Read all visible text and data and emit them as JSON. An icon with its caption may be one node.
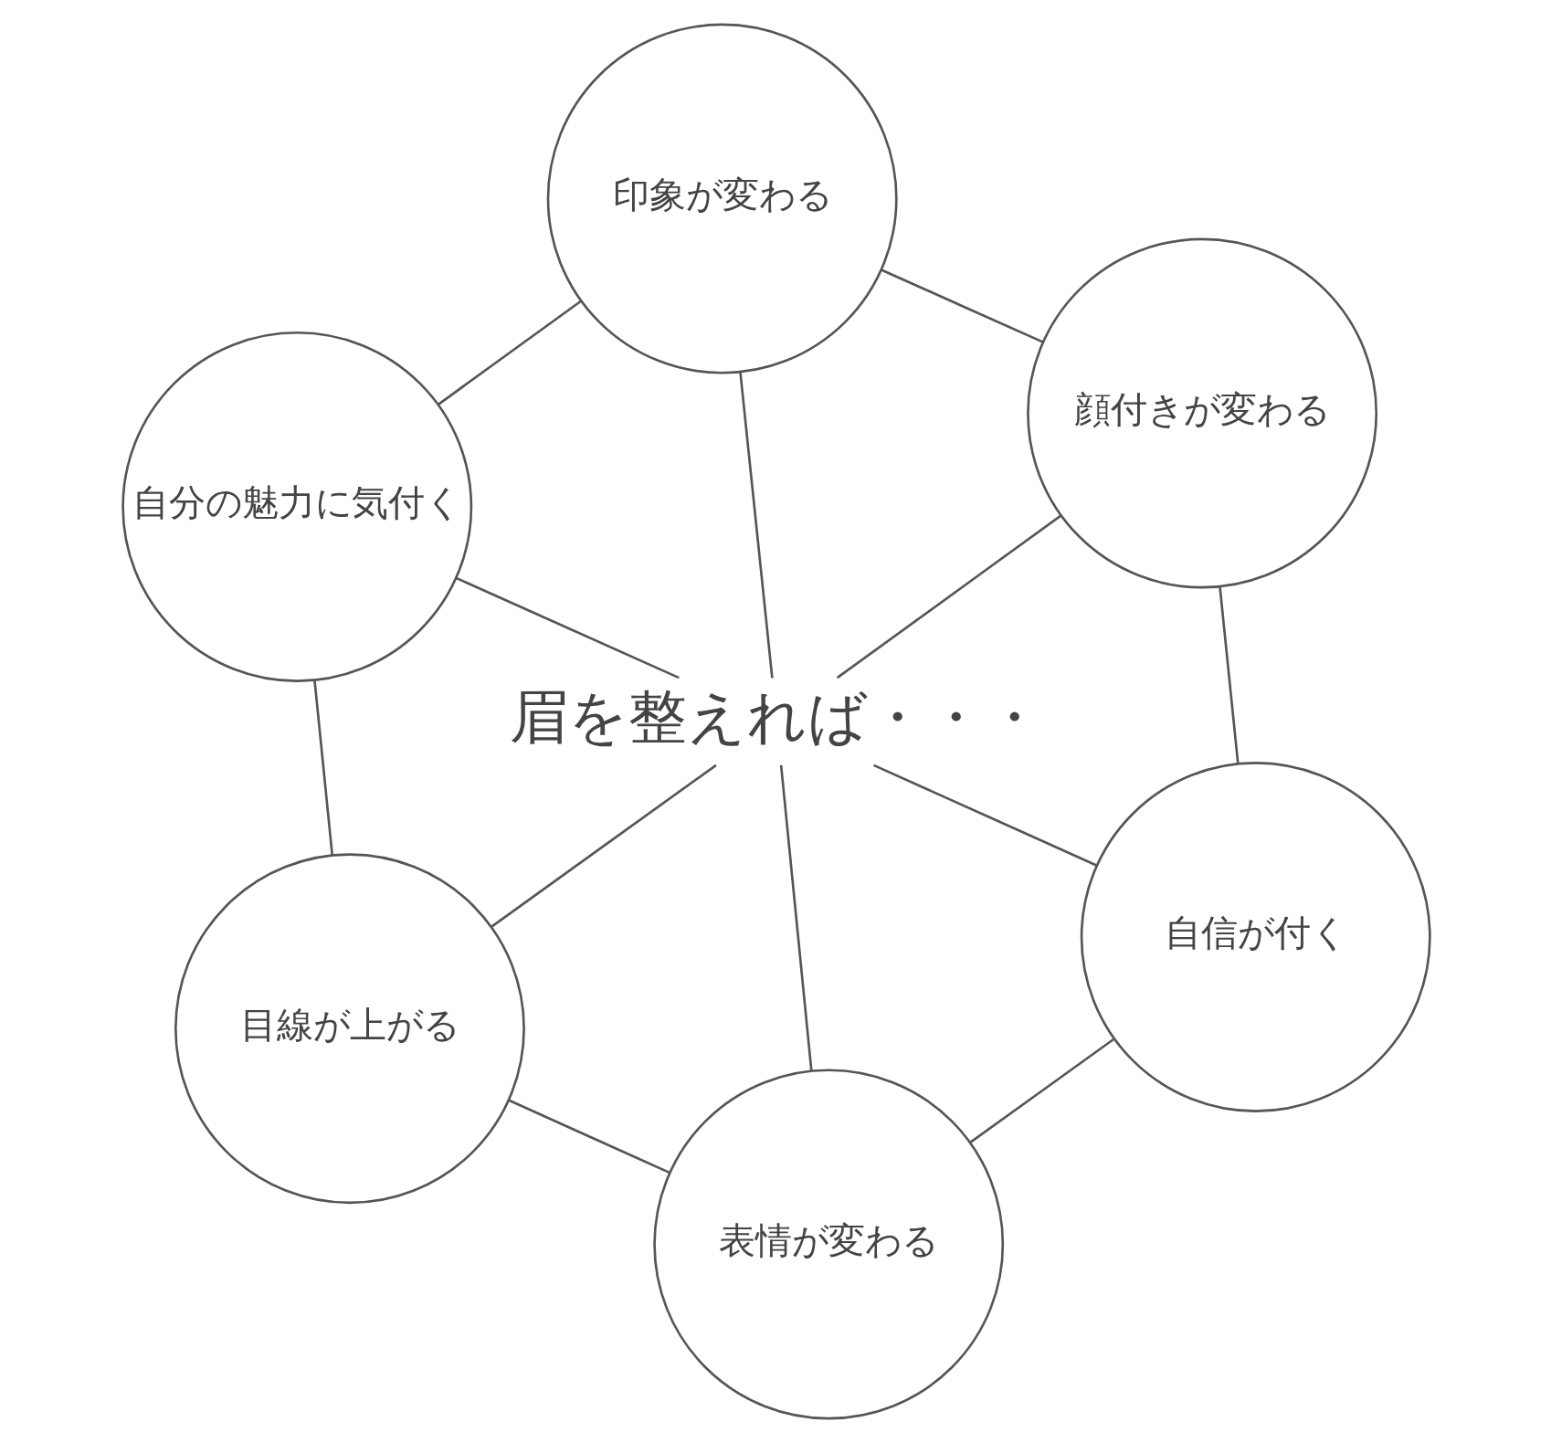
{
  "diagram": {
    "nodes": [
      {
        "text": [
          "印象が変わる"
        ]
      },
      {
        "text": [
          "顔付きが変わる"
        ]
      },
      {
        "text": [
          "自分の魅力に気付く"
        ]
      },
      {
        "text": [
          "眉を整えれば・・・"
        ]
      },
      {
        "text": [
          "自信が付く"
        ]
      },
      {
        "text": [
          "目線が上がる"
        ]
      },
      {
        "text": [
          "表情が変わる"
        ]
      }
    ],
    "edges": [
      {
        "from": 0,
        "to": 1,
        "arrow": "none"
      },
      {
        "from": 1,
        "to": 4,
        "arrow": "none"
      },
      {
        "from": 4,
        "to": 6,
        "arrow": "none"
      },
      {
        "from": 6,
        "to": 5,
        "arrow": "none"
      },
      {
        "from": 5,
        "to": 2,
        "arrow": "none"
      },
      {
        "from": 2,
        "to": 0,
        "arrow": "none"
      },
      {
        "from": 0,
        "to": 3,
        "arrow": "none"
      },
      {
        "from": 1,
        "to": 3,
        "arrow": "none"
      },
      {
        "from": 2,
        "to": 3,
        "arrow": "none"
      },
      {
        "from": 4,
        "to": 3,
        "arrow": "none"
      },
      {
        "from": 5,
        "to": 3,
        "arrow": "none"
      },
      {
        "from": 6,
        "to": 3,
        "arrow": "none"
      }
    ]
  }
}
